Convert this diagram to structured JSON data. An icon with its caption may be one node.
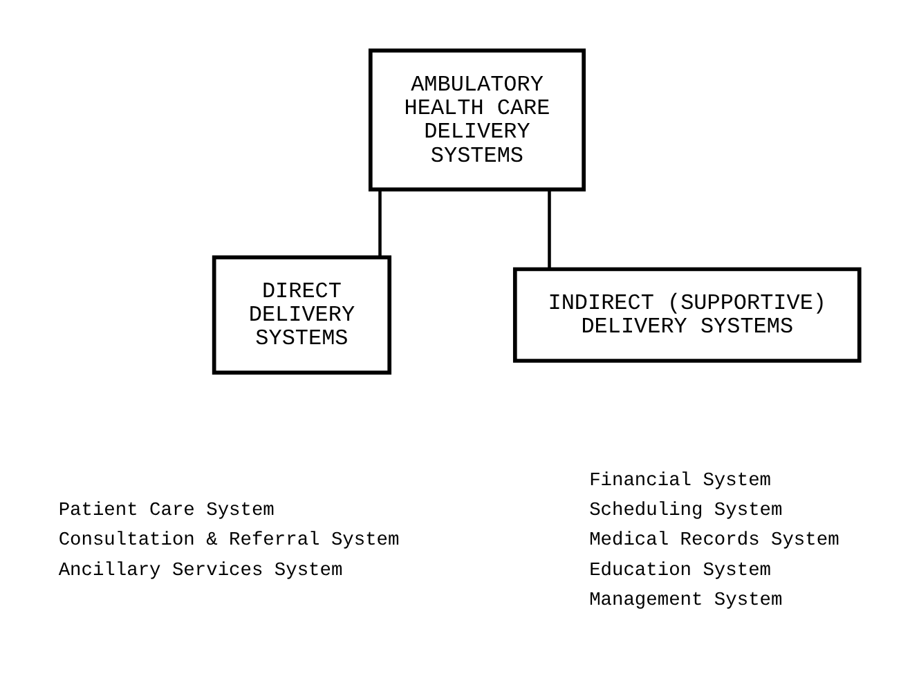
{
  "diagram": {
    "nodes": [
      {
        "text": [
          "AMBULATORY HEALTH CARE DELIVERY SYSTEMS"
        ]
      },
      {
        "text": [
          "DIRECT DELIVERY SYSTEMS"
        ],
        "beside": [
          "Patient Care System",
          "Consultation & Referral System",
          "Ancillary Services System"
        ]
      },
      {
        "text": [
          "INDIRECT (SUPPORTIVE) DELIVERY SYSTEMS"
        ],
        "beside": [
          "Financial System",
          "Scheduling System",
          "Medical Records System",
          "Education System",
          "Management System"
        ]
      }
    ],
    "edges": [
      {
        "from": 0,
        "to": 1,
        "arrow": "none"
      },
      {
        "from": 0,
        "to": 2,
        "arrow": "none"
      }
    ]
  }
}
